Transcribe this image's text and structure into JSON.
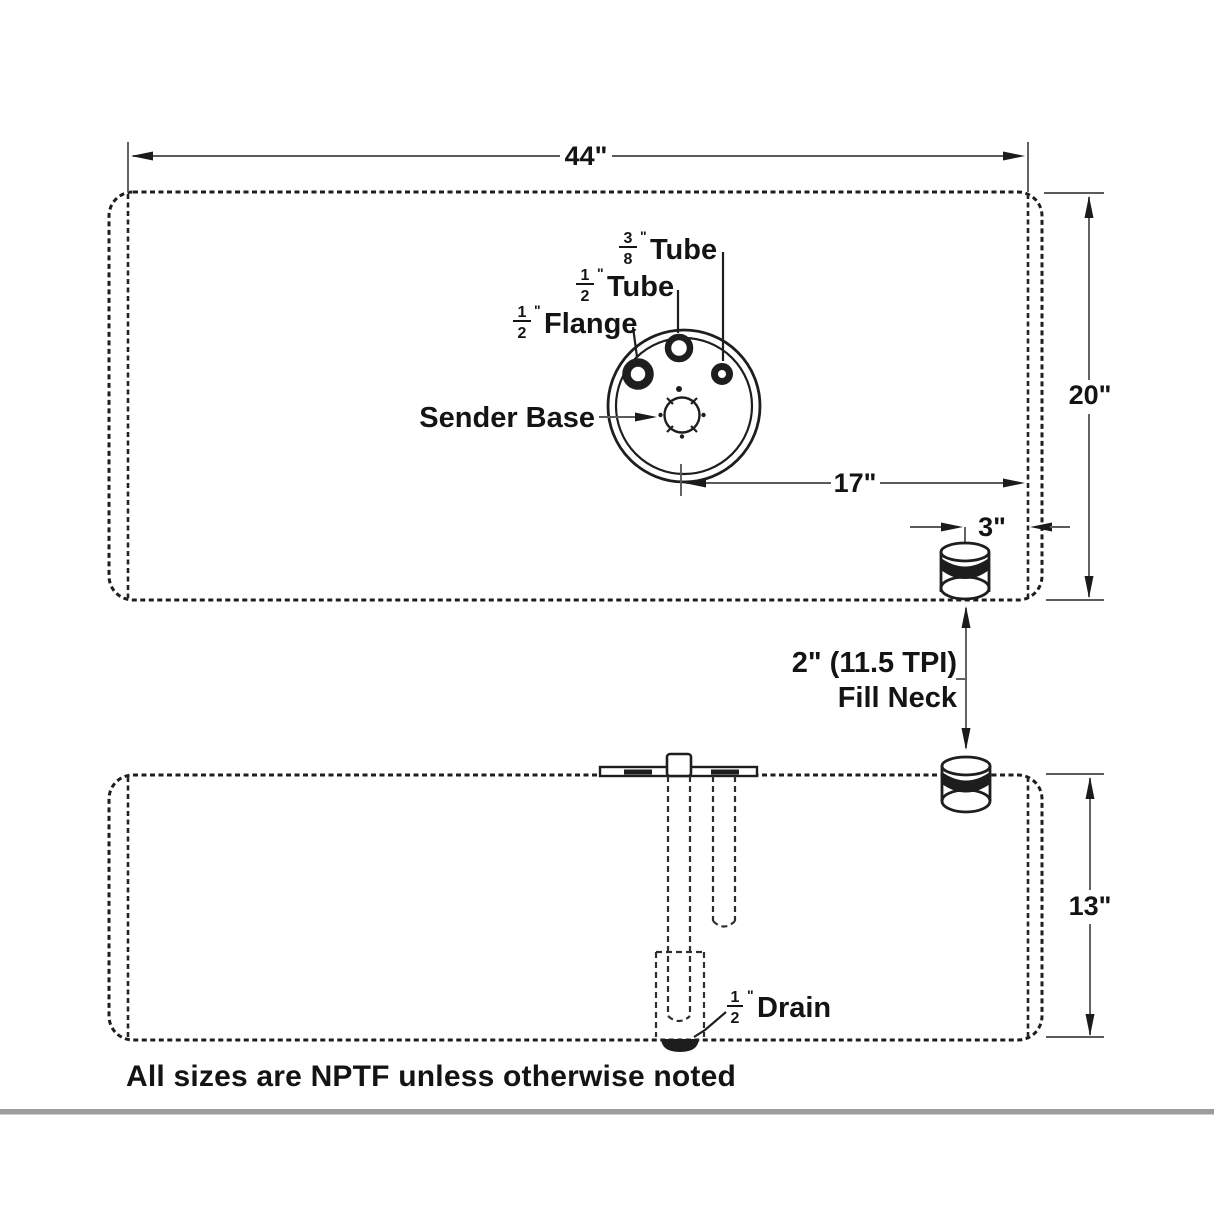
{
  "drawing": {
    "note": "All sizes are NPTF unless otherwise noted",
    "dims": {
      "length": "44\"",
      "height": "20\"",
      "sender_to_end": "17\"",
      "neck_to_end": "3\"",
      "side_height": "13\""
    },
    "fill_neck": {
      "spec": "2\" (11.5 TPI)",
      "name": "Fill Neck"
    },
    "ports": {
      "sender": "Sender Base",
      "tube_38": {
        "num": "3",
        "den": "8",
        "unit": "\"",
        "label": "Tube"
      },
      "tube_12": {
        "num": "1",
        "den": "2",
        "unit": "\"",
        "label": "Tube"
      },
      "flange_12": {
        "num": "1",
        "den": "2",
        "unit": "\"",
        "label": "Flange"
      },
      "drain_12": {
        "num": "1",
        "den": "2",
        "unit": "\"",
        "label": "Drain"
      }
    }
  },
  "colors": {
    "line": "#1e1e1e",
    "dimension": "#5b5b5b",
    "divider": "#9d9d9d",
    "background": "#ffffff"
  }
}
